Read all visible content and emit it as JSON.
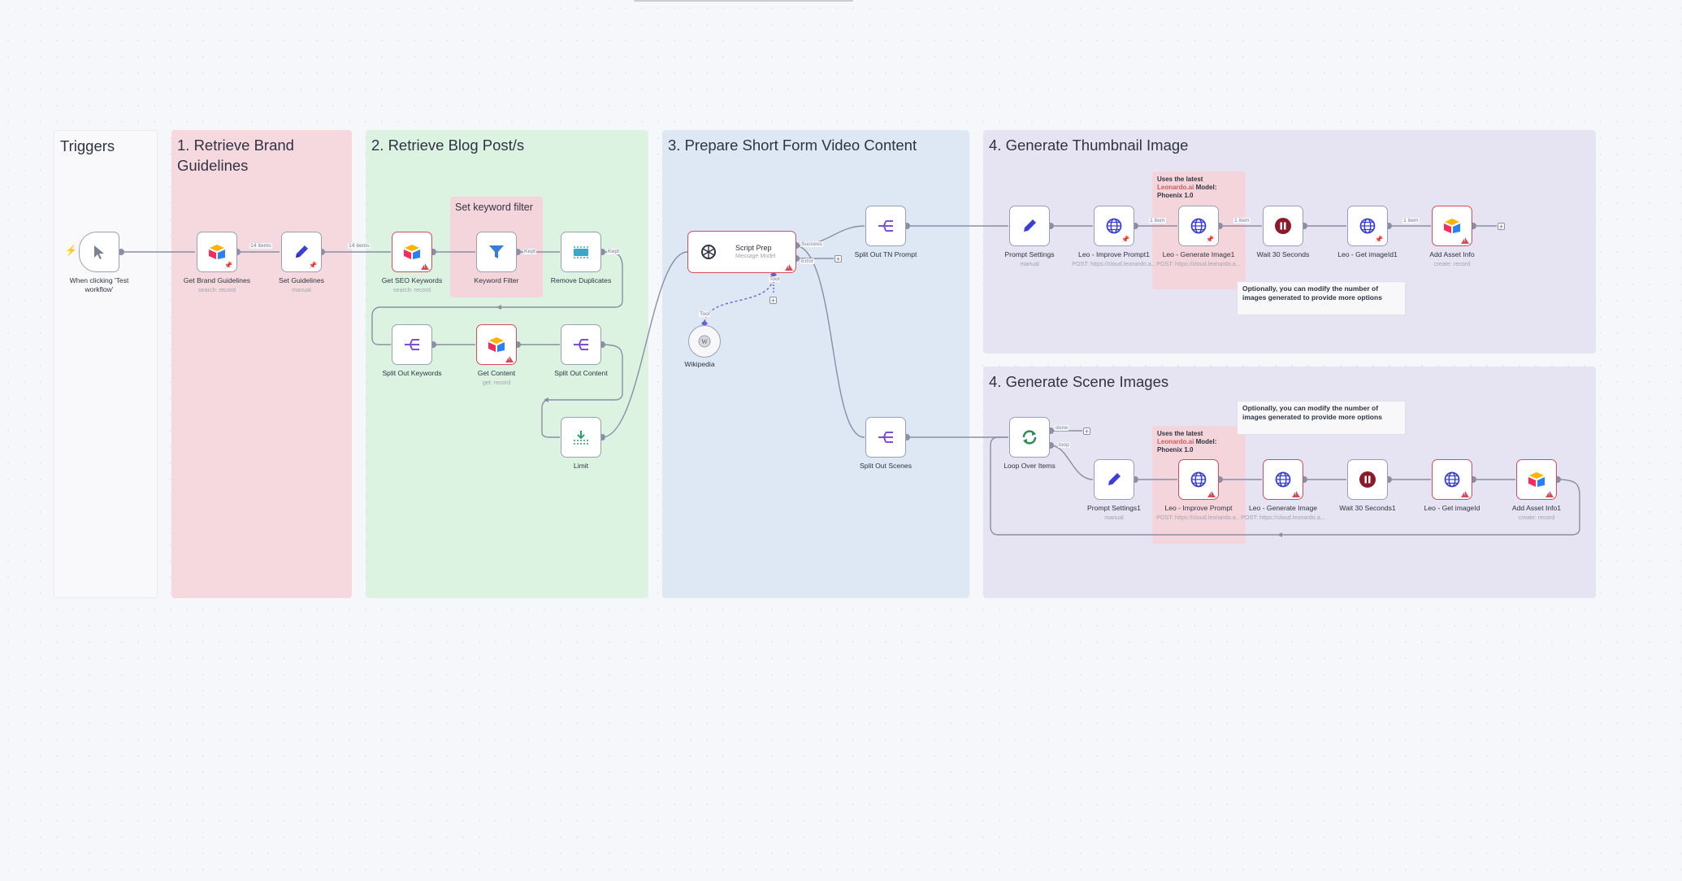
{
  "groups": {
    "triggers": "Triggers",
    "brand": "1. Retrieve Brand Guidelines",
    "blog": "2. Retrieve Blog Post/s",
    "video": "3. Prepare Short Form Video Content",
    "thumbnail": "4. Generate Thumbnail Image",
    "scenes": "4. Generate Scene Images"
  },
  "notes": {
    "keyword_filter": "Set keyword filter",
    "leo_prefix": "Uses the latest",
    "leo_brand": "Leonardo.ai",
    "leo_model": "Model:",
    "leo_version": "Phoenix 1.0",
    "optional_images": "Optionally, you can modify the number of images generated to provide more options"
  },
  "nodes": {
    "trigger": {
      "label": "When clicking 'Test workflow'",
      "icon": "cursor-icon"
    },
    "get_brand": {
      "label": "Get Brand Guidelines",
      "sub": "search: record",
      "icon": "airtable-icon"
    },
    "set_guidelines": {
      "label": "Set Guidelines",
      "sub": "manual",
      "icon": "pencil-icon"
    },
    "get_seo": {
      "label": "Get SEO Keywords",
      "sub": "search: record",
      "icon": "airtable-icon"
    },
    "keyword_filter": {
      "label": "Keyword Filter",
      "icon": "filter-icon"
    },
    "remove_dupes": {
      "label": "Remove Duplicates",
      "icon": "dedupe-icon"
    },
    "split_keywords": {
      "label": "Split Out Keywords",
      "icon": "split-icon"
    },
    "get_content": {
      "label": "Get Content",
      "sub": "get: record",
      "icon": "airtable-icon"
    },
    "split_content": {
      "label": "Split Out Content",
      "icon": "split-icon"
    },
    "limit": {
      "label": "Limit",
      "icon": "limit-icon"
    },
    "script_prep": {
      "label": "Script Prep",
      "sub": "Message Model",
      "icon": "openai-icon"
    },
    "wikipedia": {
      "label": "Wikipedia",
      "icon": "wikipedia-icon"
    },
    "split_tn": {
      "label": "Split Out TN Prompt",
      "icon": "split-icon"
    },
    "split_scenes": {
      "label": "Split Out Scenes",
      "icon": "split-icon"
    },
    "prompt_settings": {
      "label": "Prompt Settings",
      "sub": "manual",
      "icon": "pencil-icon"
    },
    "leo_improve1": {
      "label": "Leo - Improve Prompt1",
      "sub": "POST: https://cloud.leonardo.a...",
      "icon": "globe-icon"
    },
    "leo_generate1": {
      "label": "Leo - Generate Image1",
      "sub": "POST: https://cloud.leonardo.a...",
      "icon": "globe-icon"
    },
    "wait30": {
      "label": "Wait 30 Seconds",
      "icon": "pause-icon"
    },
    "leo_getid1": {
      "label": "Leo - Get imageId1",
      "icon": "globe-icon"
    },
    "add_asset": {
      "label": "Add Asset Info",
      "sub": "create: record",
      "icon": "airtable-icon"
    },
    "loop": {
      "label": "Loop Over Items",
      "icon": "loop-icon"
    },
    "prompt_settings1": {
      "label": "Prompt Settings1",
      "sub": "manual",
      "icon": "pencil-icon"
    },
    "leo_improve": {
      "label": "Leo - Improve Prompt",
      "sub": "POST: https://cloud.leonardo.a...",
      "icon": "globe-icon"
    },
    "leo_generate": {
      "label": "Leo - Generate Image",
      "sub": "POST: https://cloud.leonardo.a...",
      "icon": "globe-icon"
    },
    "wait30_1": {
      "label": "Wait 30 Seconds1",
      "icon": "pause-icon"
    },
    "leo_getid": {
      "label": "Leo - Get imageId",
      "icon": "globe-icon"
    },
    "add_asset1": {
      "label": "Add Asset Info1",
      "sub": "create: record",
      "icon": "airtable-icon"
    }
  },
  "edge_labels": {
    "brand_to_set": "14 items",
    "set_to_seo": "14 items",
    "filter_kept": "Kept",
    "dedupe_out": "Kept",
    "script_success": "Success",
    "script_error": "Error",
    "script_tool": "Tool",
    "wiki_tool": "Tool",
    "one_item_a": "1 item",
    "one_item_b": "1 item",
    "one_item_c": "1 item",
    "loop_done": "done",
    "loop_loop": "loop"
  },
  "colors": {
    "triggers_bg": "#f9f9fb",
    "brand_bg": "#f5d9de",
    "blog_bg": "#dcf3e2",
    "video_bg": "#dde8f4",
    "thumb_bg": "#e6e3f2",
    "note_red_bg": "#f5d5dc",
    "airtable_blue": "#2d7ff9",
    "airtable_yellow": "#fcb400",
    "airtable_red": "#f82b60",
    "pencil_blue": "#3c3fd6",
    "split_purple": "#7d4ed8",
    "filter_blue": "#3a7bd5",
    "wait_red": "#8b1a2b",
    "loop_green": "#2e8b57",
    "error_red": "#d54d5a"
  }
}
